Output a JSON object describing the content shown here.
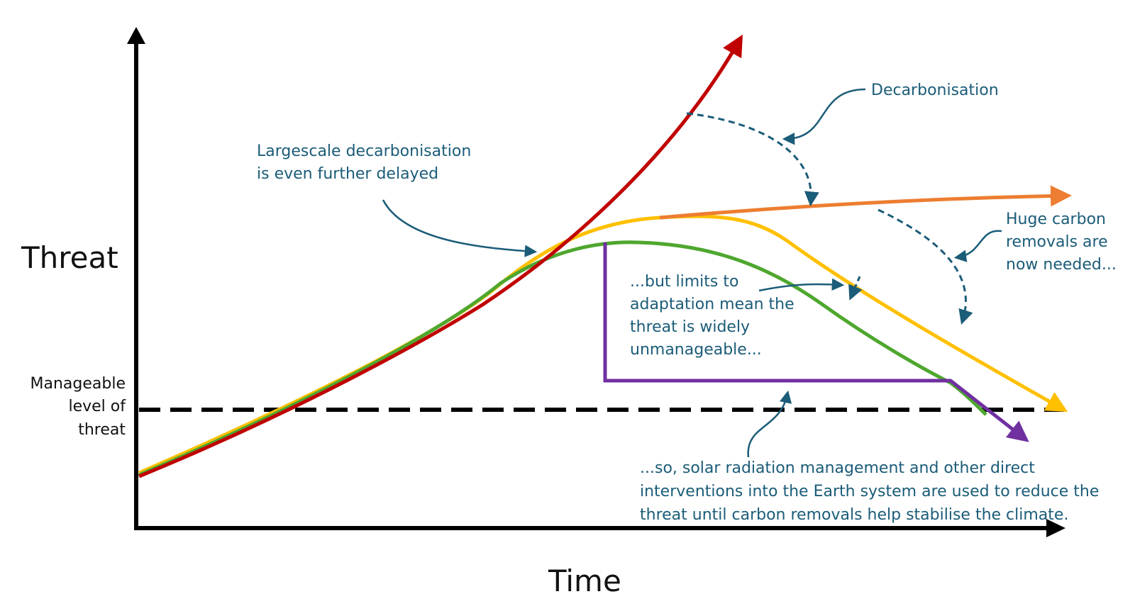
{
  "axes": {
    "y_label": "Threat",
    "x_label": "Time"
  },
  "manageable_label": {
    "line1": "Manageable",
    "line2": "level of",
    "line3": "threat"
  },
  "annotations": {
    "decarbonisation": "Decarbonisation",
    "delayed": {
      "line1": "Largescale decarbonisation",
      "line2": "is even further delayed"
    },
    "carbon_removals": {
      "line1": "Huge carbon",
      "line2": "removals are",
      "line3": "now needed..."
    },
    "limits": {
      "line1": "...but limits to",
      "line2": "adaptation mean the",
      "line3": "threat is widely",
      "line4": "unmanageable..."
    },
    "srm": {
      "line1": "...so, solar radiation management and other direct",
      "line2": "interventions into the Earth system are used to reduce the",
      "line3": "threat until carbon removals help stabilise the climate."
    }
  },
  "colors": {
    "axis": "#000000",
    "red_curve": "#c00000",
    "orange_curve": "#ed7d31",
    "yellow_curve": "#ffc000",
    "green_curve": "#4ea72e",
    "purple_curve": "#7030a0",
    "annotation": "#1b5c78"
  }
}
